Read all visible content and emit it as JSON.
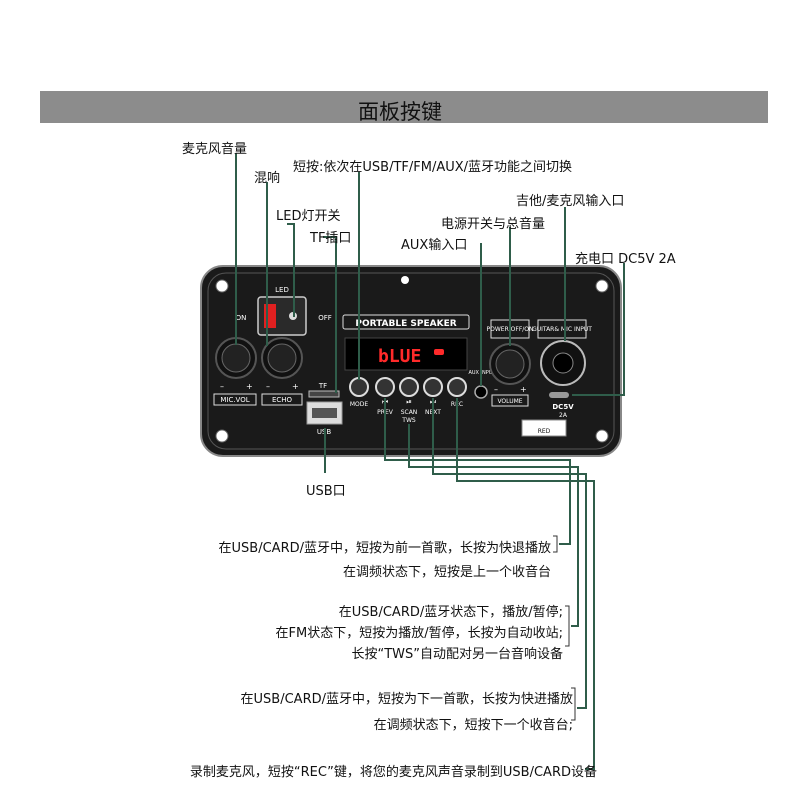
{
  "title": "面板按键",
  "colors": {
    "leader": "#2f5d4a",
    "panel": "#1a1a1a",
    "display": "#ff2a2a",
    "title_bar": "#8c8c8c"
  },
  "callouts_top": {
    "mic_volume": "麦克风音量",
    "echo": "混响",
    "led_switch": "LED灯开关",
    "tf_slot": "TF插口",
    "mode_desc": "短按:依次在USB/TF/FM/AUX/蓝牙功能之间切换",
    "aux_input": "AUX输入口",
    "power_volume": "电源开关与总音量",
    "guitar_mic": "吉他/麦克风输入口",
    "charge": "充电口 DC5V 2A"
  },
  "usb_port_label": "USB口",
  "panel": {
    "brand": "PORTABLE SPEAKER",
    "display": "bLUE",
    "led": "LED",
    "on": "ON",
    "off": "OFF",
    "mic_vol": "MIC.VOL",
    "echo": "ECHO",
    "tf": "TF",
    "usb": "USB",
    "mode": "MODE",
    "prev": "PREV",
    "scan": "SCAN",
    "tws": "TWS",
    "next": "NEXT",
    "rec": "REC",
    "aux_input": "AUX INPUT",
    "volume": "VOLUME",
    "power": "POWER OFF/ON",
    "guitar_mic": "GUITAR& MIC INPUT",
    "dc": "DC5V",
    "dc_a": "2A",
    "red": "RED",
    "plus": "+",
    "minus": "–"
  },
  "descriptions": {
    "prev_1": "在USB/CARD/蓝牙中，短按为前一首歌，长按为快退播放",
    "prev_2": "在调频状态下，短按是上一个收音台",
    "play_1": "在USB/CARD/蓝牙状态下，播放/暂停;",
    "play_2": "在FM状态下，短按为播放/暂停，长按为自动收站;",
    "play_3": "长按“TWS”自动配对另一台音响设备",
    "next_1": "在USB/CARD/蓝牙中，短按为下一首歌，长按为快进播放",
    "next_2": "在调频状态下，短按下一个收音台;",
    "rec_1": "录制麦克风，短按“REC”键，将您的麦克风声音录制到USB/CARD设备"
  }
}
